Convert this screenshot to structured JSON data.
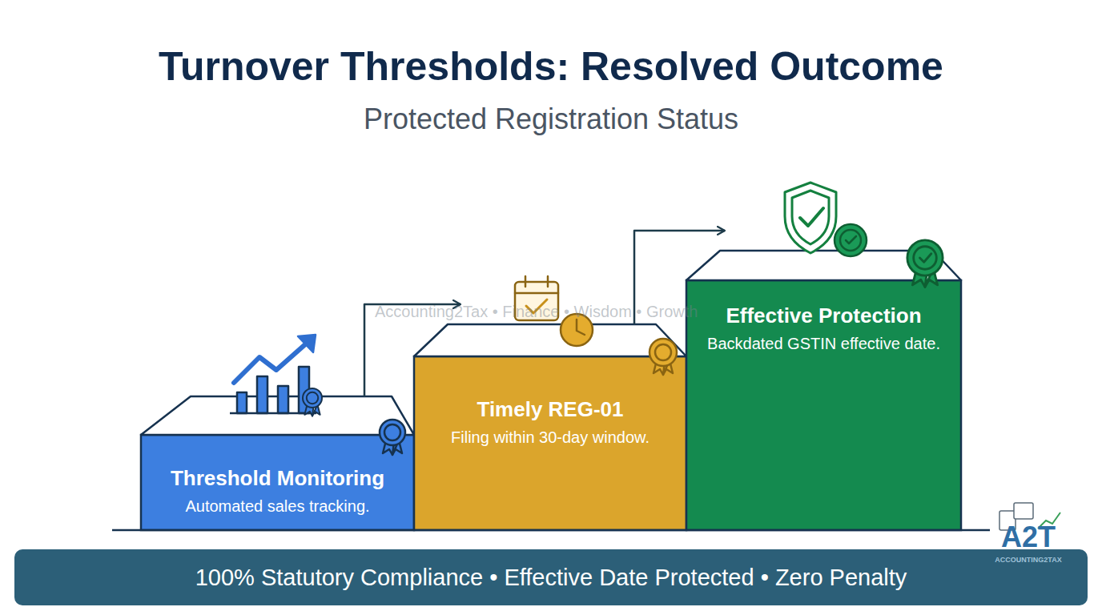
{
  "diagram": {
    "title": "Turnover Thresholds: Resolved Outcome",
    "nodes": [
      {
        "text": [
          "Threshold Monitoring",
          "Automated sales tracking."
        ]
      },
      {
        "text": [
          "Timely REG-01",
          "Filing within 30-day window."
        ]
      },
      {
        "text": [
          "Effective Protection",
          "Backdated GSTIN effective date."
        ]
      },
      {
        "text": [
          "100% Statutory Compliance • Effective Date Protected • Zero Penalty"
        ]
      }
    ],
    "edges": [
      {
        "from": 0,
        "to": 1,
        "arrow": "to"
      },
      {
        "from": 1,
        "to": 2,
        "arrow": "to"
      }
    ],
    "labels": [
      "Protected Registration Status",
      "Accounting2Tax • Finance • Wisdom • Growth",
      "A2T",
      "ACCOUNTING2TAX"
    ]
  }
}
